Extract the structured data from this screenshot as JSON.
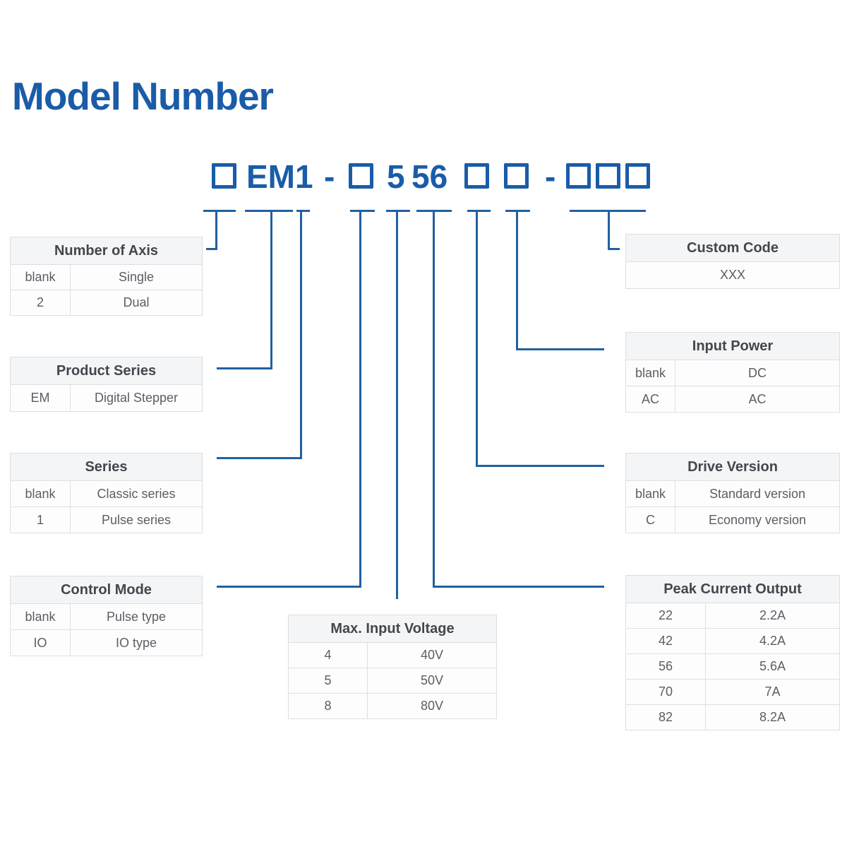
{
  "page": {
    "title": "Model Number"
  },
  "colors": {
    "accent_blue": "#1A5CA8",
    "connector_blue": "#21619F",
    "table_header_bg": "#F4F5F6",
    "table_border": "#DCDFE2",
    "table_header_text": "#41474E",
    "table_cell_text": "#5A5E63"
  },
  "model": {
    "pattern": "□ EM1 - □ 5 56 □ □ - □□□",
    "product_series": "EM1",
    "separator": "-",
    "voltage_code": "5",
    "current_code": "56",
    "separator2": "-"
  },
  "tables": {
    "axis": {
      "title": "Number of Axis",
      "rows": [
        {
          "code": "blank",
          "desc": "Single"
        },
        {
          "code": "2",
          "desc": "Dual"
        }
      ]
    },
    "product": {
      "title": "Product Series",
      "rows": [
        {
          "code": "EM",
          "desc": "Digital Stepper"
        }
      ]
    },
    "series": {
      "title": "Series",
      "rows": [
        {
          "code": "blank",
          "desc": "Classic series"
        },
        {
          "code": "1",
          "desc": "Pulse series"
        }
      ]
    },
    "control": {
      "title": "Control Mode",
      "rows": [
        {
          "code": "blank",
          "desc": "Pulse type"
        },
        {
          "code": "IO",
          "desc": "IO type"
        }
      ]
    },
    "voltage": {
      "title": "Max. Input Voltage",
      "rows": [
        {
          "code": "4",
          "desc": "40V"
        },
        {
          "code": "5",
          "desc": "50V"
        },
        {
          "code": "8",
          "desc": "80V"
        }
      ]
    },
    "custom": {
      "title": "Custom Code",
      "value": "XXX"
    },
    "power": {
      "title": "Input Power",
      "rows": [
        {
          "code": "blank",
          "desc": "DC"
        },
        {
          "code": "AC",
          "desc": "AC"
        }
      ]
    },
    "drive": {
      "title": "Drive Version",
      "rows": [
        {
          "code": "blank",
          "desc": "Standard version"
        },
        {
          "code": "C",
          "desc": "Economy version"
        }
      ]
    },
    "peak": {
      "title": "Peak Current Output",
      "rows": [
        {
          "code": "22",
          "desc": "2.2A"
        },
        {
          "code": "42",
          "desc": "4.2A"
        },
        {
          "code": "56",
          "desc": "5.6A"
        },
        {
          "code": "70",
          "desc": "7A"
        },
        {
          "code": "82",
          "desc": "8.2A"
        }
      ]
    }
  }
}
